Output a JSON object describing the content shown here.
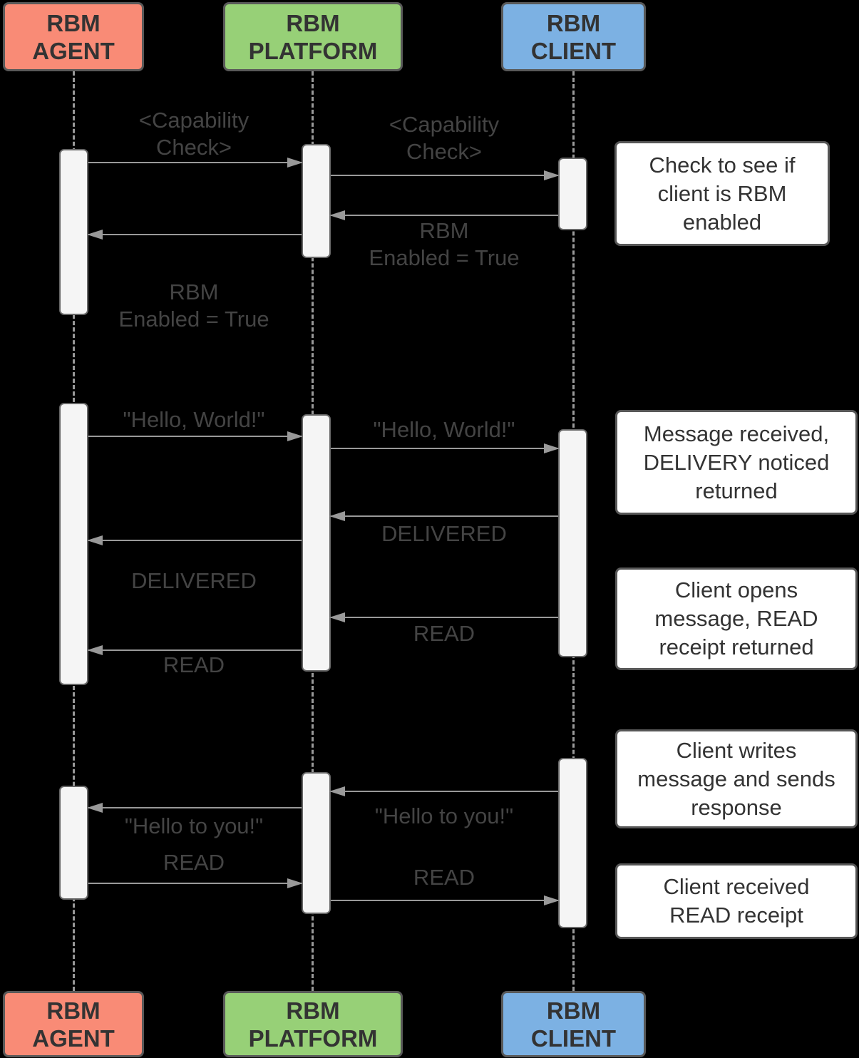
{
  "diagram_type": "sequence-diagram",
  "colors": {
    "background": "#000000",
    "agent_fill": "#F98B76",
    "platform_fill": "#97D077",
    "client_fill": "#7CB1E3",
    "actor_border": "#595959",
    "actor_text": "#333333",
    "lifeline": "#999999",
    "activation_fill": "#F5F5F5",
    "activation_border": "#666666",
    "arrow": "#999999",
    "label_text": "#444444",
    "note_bg": "#FFFFFF",
    "note_border": "#575757",
    "note_text": "#333333"
  },
  "actors": [
    {
      "name": "RBM AGENT",
      "label": "RBM\nAGENT"
    },
    {
      "name": "RBM PLATFORM",
      "label": "RBM\nPLATFORM"
    },
    {
      "name": "RBM CLIENT",
      "label": "RBM\nCLIENT"
    }
  ],
  "messages": [
    {
      "from": "RBM AGENT",
      "to": "RBM PLATFORM",
      "label": "<Capability\nCheck>"
    },
    {
      "from": "RBM PLATFORM",
      "to": "RBM CLIENT",
      "label": "<Capability\nCheck>"
    },
    {
      "from": "RBM CLIENT",
      "to": "RBM PLATFORM",
      "label": "RBM\nEnabled = True"
    },
    {
      "from": "RBM PLATFORM",
      "to": "RBM AGENT",
      "label": "RBM\nEnabled = True"
    },
    {
      "from": "RBM AGENT",
      "to": "RBM PLATFORM",
      "label": "\"Hello, World!\""
    },
    {
      "from": "RBM PLATFORM",
      "to": "RBM CLIENT",
      "label": "\"Hello, World!\""
    },
    {
      "from": "RBM CLIENT",
      "to": "RBM PLATFORM",
      "label": "DELIVERED"
    },
    {
      "from": "RBM PLATFORM",
      "to": "RBM AGENT",
      "label": "DELIVERED"
    },
    {
      "from": "RBM CLIENT",
      "to": "RBM PLATFORM",
      "label": "READ"
    },
    {
      "from": "RBM PLATFORM",
      "to": "RBM AGENT",
      "label": "READ"
    },
    {
      "from": "RBM CLIENT",
      "to": "RBM PLATFORM",
      "label": "\"Hello to you!\""
    },
    {
      "from": "RBM PLATFORM",
      "to": "RBM AGENT",
      "label": "\"Hello to you!\""
    },
    {
      "from": "RBM AGENT",
      "to": "RBM PLATFORM",
      "label": "READ"
    },
    {
      "from": "RBM PLATFORM",
      "to": "RBM CLIENT",
      "label": "READ"
    }
  ],
  "notes": [
    {
      "text": "Check to see if client is RBM enabled"
    },
    {
      "text": "Message received, DELIVERY noticed returned"
    },
    {
      "text": "Client opens message, READ receipt returned"
    },
    {
      "text": "Client writes message and sends response"
    },
    {
      "text": "Client received READ receipt"
    }
  ]
}
